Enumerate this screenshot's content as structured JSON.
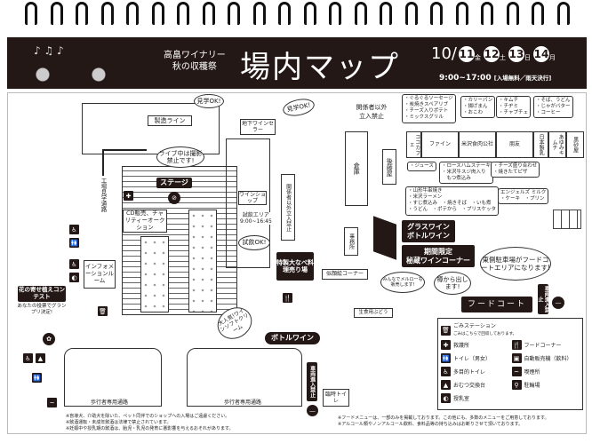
{
  "header": {
    "org": "高畠ワイナリー",
    "event": "秋の収穫祭",
    "title": "場内マップ",
    "month": "10/",
    "days": [
      {
        "d": "11",
        "w": "金"
      },
      {
        "d": "12",
        "w": "土"
      },
      {
        "d": "13",
        "w": "日"
      },
      {
        "d": "14",
        "w": "月"
      }
    ],
    "hours": "9:00~17:00",
    "note": "[入場無料／雨天決行]"
  },
  "factory": {
    "line": "製造ライン",
    "tour_ok": "見学OK!",
    "cellar": "地下ワインセラー",
    "cellar_ok": "見学OK!",
    "tour_path": "工場見学通路"
  },
  "stage": {
    "label": "ステージ",
    "no_photo": "ライブ中は撮影禁止です!",
    "cd": "CD販売、チャリティーオークション"
  },
  "shop": {
    "label": "ワインショップ",
    "tasting": "試飲エリア",
    "tasting_hours": "9:00~16:45",
    "tasting_ok": "試飲OK!"
  },
  "info_room": "インフォメーションルーム",
  "nabe": "特製大なべ料理売り場",
  "bottle_wine": "ボトルワイン",
  "soft_cream": "大人気!ワインソフトクリーム",
  "flower": {
    "title": "花の寄せ植えコンテスト",
    "sub": "あなたの投票でグランプリ決定!"
  },
  "restricted": "関係者以外立入禁止",
  "restricted2": "関係者以外立入禁止",
  "warehouse": "倉庫",
  "office": "事務所",
  "portrait": "似顔絵コーナー",
  "grapes": "生食用ぶどう",
  "gotoya": "後藤屋",
  "stalls": [
    {
      "name": "ココカフェ",
      "menu": "・ジュース"
    },
    {
      "name": "ファイン",
      "menu": "・ぐるぐるソーセージ\n・炭焼きスペアリブ\n・チーズ入りポテト\n・ミックスグリル"
    },
    {
      "name": "米沢食肉公社",
      "menu": "・ロースハムステーキ\n・米沢牛スジ肉入り\n　もつ煮込み"
    },
    {
      "name": "朋友",
      "menu": "・カリーパン\n・揚げまん\n・おこわ"
    },
    {
      "name": "日本製乳",
      "menu": "・チーズ盛り合わせ\n・焼きたてピザ"
    },
    {
      "name": "あゆみキムチ",
      "menu": "・キムチ\n・チヂミ\n・チャプチェ"
    },
    {
      "name": "黒砂屋",
      "menu": "・そば、うどん\n・じゃがバター\n・コーヒー"
    }
  ],
  "gotoya_menu": "・山形牛串焼き\n・米沢ラーメン\n・すじ煮込み　・焼きそば　・いも煮\n・うどん　・ポテから　・ブリスケッタ",
  "angels_menu": "エンジェルズ ミルク\n・ケーキ　・プリン",
  "glass_wine": "グラスワイン\nボトルワイン",
  "secret_wine": "期間限定\n秘蔵ワインコーナー",
  "merlot": "みんなでメルローも販売します!",
  "barrel": "樽から出します!",
  "parking_msg": "東側駐車場がフードコートエリアになります!",
  "food_court": "フードコート",
  "no_vehicle": "車両進入禁止",
  "no_vehicle2": "車両進入禁止",
  "temp_toilet": "臨時トイレ",
  "walkway": "歩行者専用通路",
  "walkway2": "歩行者専用通路",
  "legend": {
    "garbage": "ごみステーション",
    "garbage_sub": "ごみはこちらで回収しております。",
    "items": [
      "救護所",
      "フードコーナー",
      "トイレ（男女）",
      "自動販売機（飲料）",
      "多目的トイレ",
      "喫煙所",
      "おむつ交換台",
      "駐輪場",
      "授乳室"
    ]
  },
  "notes_left": [
    "※盲導犬、介助犬を除いた、ペット同伴でのショップへの入場はご遠慮ください。",
    "※飲酒運転・未成年飲酒は法律で禁止されています。",
    "※妊娠中や授乳期の飲酒は、胎児・乳児の発育に悪影響を与えるおそれがあります。"
  ],
  "notes_right": [
    "※フードメニューは、一部のみを掲載しております。この他にも、多数のメニューをご用意しております。",
    "※アルコール類やノンアルコール飲料、食料品等の持ち込みはお断りさせて頂いております。"
  ],
  "colors": {
    "dark": "#231815",
    "line": "#333333"
  }
}
